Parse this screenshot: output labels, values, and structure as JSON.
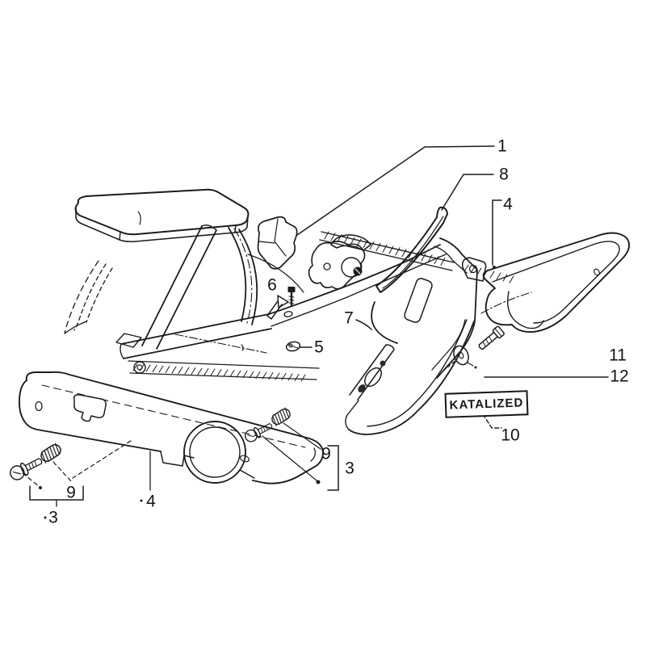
{
  "diagram": {
    "colors": {
      "ink": "#1c1c1c",
      "background": "#ffffff"
    },
    "decal": {
      "label": "KATALIZED"
    },
    "callouts": [
      {
        "id": "callout-1",
        "label": "1"
      },
      {
        "id": "callout-8",
        "label": "8"
      },
      {
        "id": "callout-4-right",
        "label": "4"
      },
      {
        "id": "callout-6",
        "label": "6"
      },
      {
        "id": "callout-7",
        "label": "7"
      },
      {
        "id": "callout-5",
        "label": "5"
      },
      {
        "id": "callout-9-right",
        "label": "9"
      },
      {
        "id": "callout-3-right",
        "label": "3"
      },
      {
        "id": "callout-11",
        "label": "11"
      },
      {
        "id": "callout-12",
        "label": "12"
      },
      {
        "id": "callout-10",
        "label": "10"
      },
      {
        "id": "callout-9-left",
        "label": "9"
      },
      {
        "id": "callout-3-left",
        "label": "3"
      },
      {
        "id": "callout-4-left",
        "label": "4"
      }
    ]
  }
}
